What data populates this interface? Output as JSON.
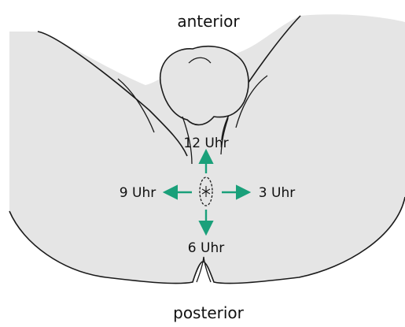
{
  "labels": {
    "anterior": "anterior",
    "posterior": "posterior",
    "h12": "12 Uhr",
    "h3": "3 Uhr",
    "h6": "6 Uhr",
    "h9": "9 Uhr"
  },
  "colors": {
    "skin": "#e5e5e5",
    "outline": "#1a1a1a",
    "arrow": "#1aa07a",
    "text": "#111111"
  }
}
